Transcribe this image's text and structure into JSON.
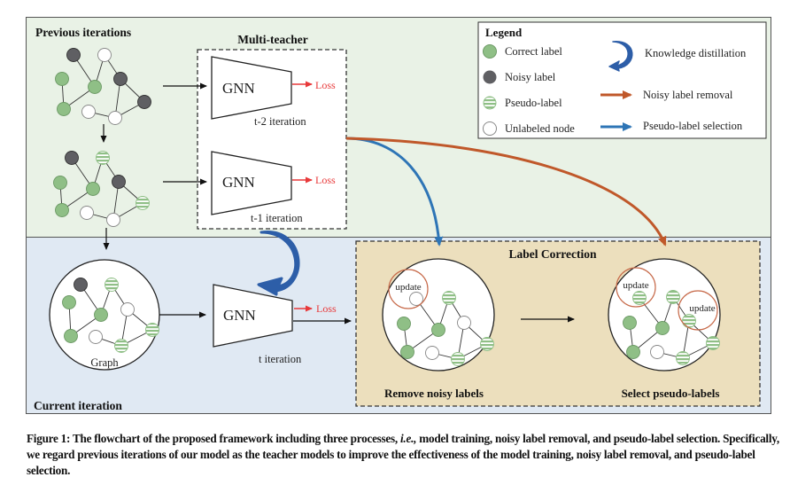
{
  "sections": {
    "previous": "Previous iterations",
    "current": "Current iteration",
    "multi_teacher": "Multi-teacher",
    "label_correction": "Label Correction"
  },
  "models": {
    "gnn_label": "GNN",
    "loss_label": "Loss",
    "t2": "t-2 iteration",
    "t1": "t-1 iteration",
    "t": "t iteration"
  },
  "graph_label": "Graph",
  "update_label": "update",
  "remove_label": "Remove noisy labels",
  "select_label": "Select pseudo-labels",
  "legend": {
    "title": "Legend",
    "nodes": [
      {
        "label": "Correct label",
        "type": "correct"
      },
      {
        "label": "Noisy label",
        "type": "noisy"
      },
      {
        "label": "Pseudo-label",
        "type": "pseudo"
      },
      {
        "label": "Unlabeled node",
        "type": "unlabeled"
      }
    ],
    "arrows": [
      {
        "label": "Knowledge distillation",
        "type": "distill"
      },
      {
        "label": "Noisy label removal",
        "type": "removal"
      },
      {
        "label": "Pseudo-label selection",
        "type": "selection"
      }
    ]
  },
  "colors": {
    "correct": "#8fbf86",
    "noisy": "#5f5f63",
    "pseudo_stripe": "#8fbf86",
    "unlabeled": "#ffffff",
    "prev_bg": "#e9f2e6",
    "curr_bg": "#e0e9f3",
    "lc_bg": "#ecdfbd",
    "loss_red": "#e8393a",
    "removal_orange": "#c0582a",
    "selection_blue": "#2e75b6",
    "distill_blue": "#2d5ea8",
    "update_ring": "#c76a4a"
  },
  "caption": {
    "prefix": "Figure 1: The flowchart of the proposed framework including three processes, ",
    "ie": "i.e.,",
    "suffix": " model training, noisy label removal, and pseudo-label selection. Specifically, we regard previous iterations of our model as the teacher models to improve the effectiveness of the model training, noisy label removal, and pseudo-label selection."
  }
}
